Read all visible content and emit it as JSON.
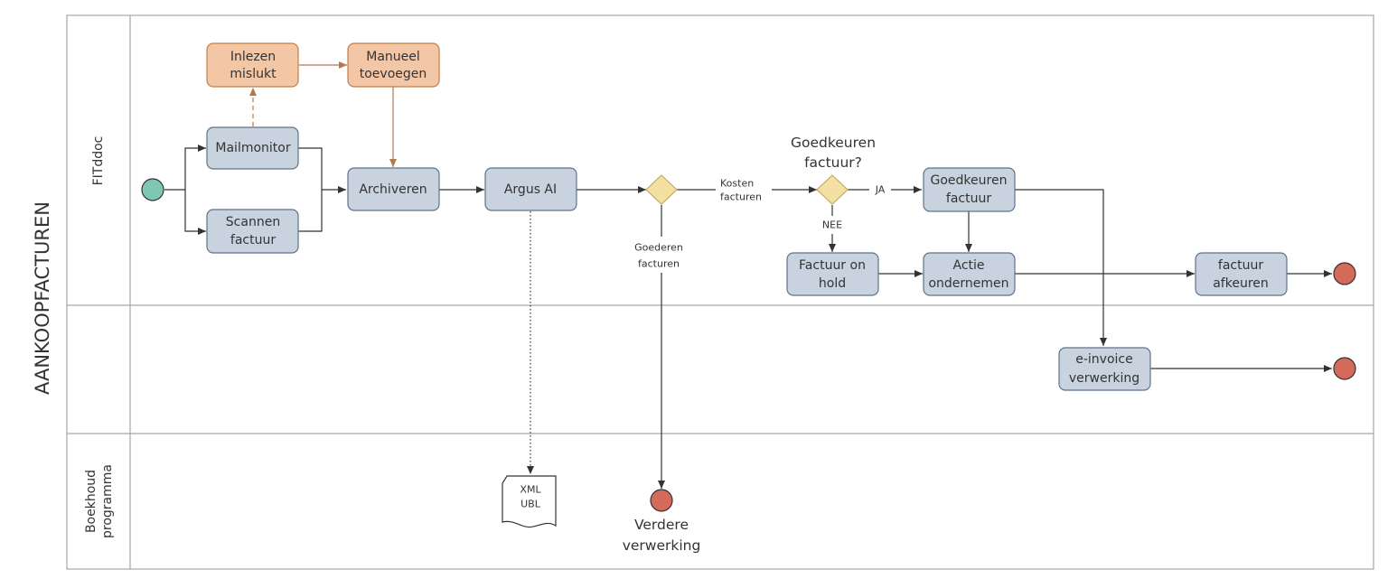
{
  "pool": {
    "title": "AANKOOPFACTUREN"
  },
  "lanes": [
    {
      "id": "fitddoc",
      "label": "FITddoc"
    },
    {
      "id": "middle",
      "label": ""
    },
    {
      "id": "boekhoud",
      "label_lines": [
        "Boekhoud",
        "programma"
      ]
    }
  ],
  "tasks": {
    "inlezen_mislukt": [
      "Inlezen",
      "mislukt"
    ],
    "manueel_toevoegen": [
      "Manueel",
      "toevoegen"
    ],
    "mailmonitor": [
      "Mailmonitor"
    ],
    "scannen_factuur": [
      "Scannen",
      "factuur"
    ],
    "archiveren": [
      "Archiveren"
    ],
    "argus_ai": [
      "Argus AI"
    ],
    "goedkeuren_factuur": [
      "Goedkeuren",
      "factuur"
    ],
    "factuur_on_hold": [
      "Factuur on",
      "hold"
    ],
    "actie_ondernemen": [
      "Actie",
      "ondernemen"
    ],
    "factuur_afkeuren": [
      "factuur",
      "afkeuren"
    ],
    "e_invoice_verwerking": [
      "e-invoice",
      "verwerking"
    ]
  },
  "gateways": {
    "gateway_2": {
      "question": [
        "Goedkeuren",
        "factuur?"
      ]
    }
  },
  "flow_labels": {
    "kosten_facturen": [
      "Kosten",
      "facturen"
    ],
    "goederen_facturen": [
      "Goederen",
      "facturen"
    ],
    "ja": "JA",
    "nee": "NEE"
  },
  "document": {
    "lines": [
      "XML",
      "UBL"
    ]
  },
  "end_event_label": [
    "Verdere",
    "verwerking"
  ],
  "colors": {
    "task_blue": "#c8d3df",
    "task_blue_border": "#5f7387",
    "task_orange": "#f3c6a5",
    "task_orange_border": "#c07f4a",
    "gateway": "#f4e0a3",
    "start_event": "#7fc7b3",
    "end_event": "#d46a5a"
  }
}
